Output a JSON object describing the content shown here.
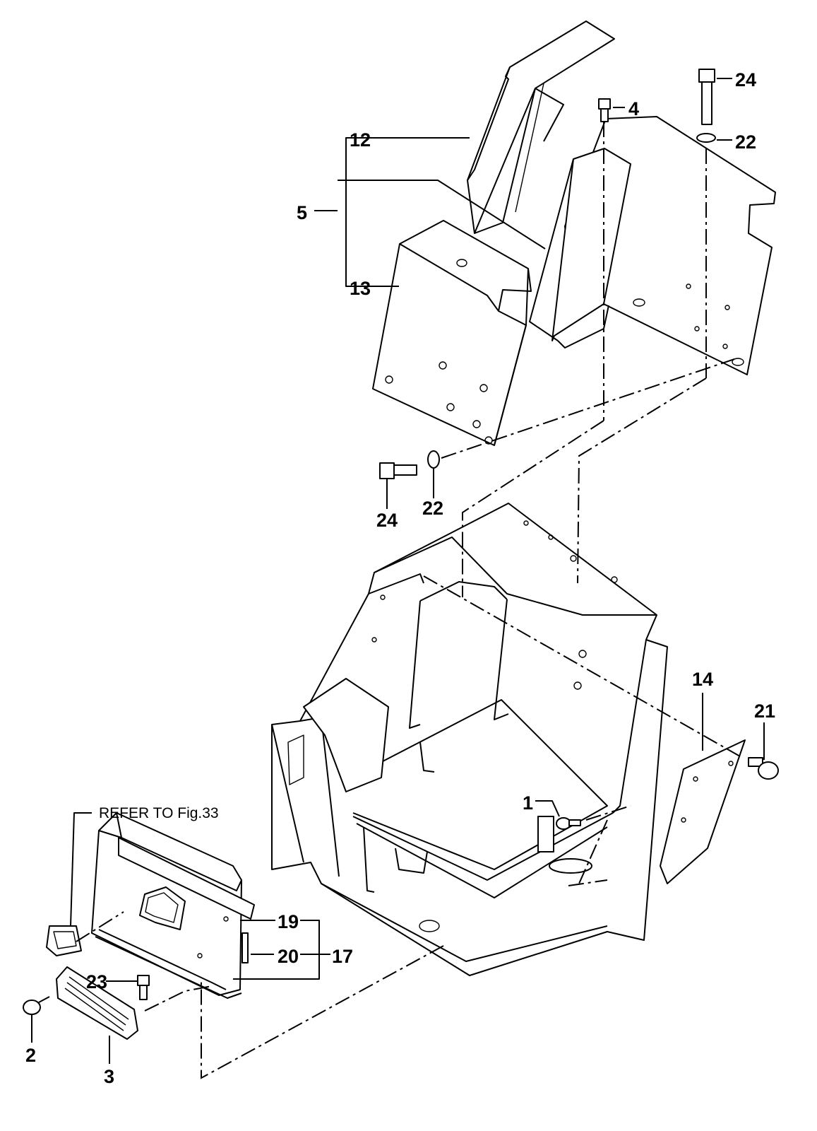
{
  "labels": {
    "p1": "1",
    "p2": "2",
    "p3": "3",
    "p4": "4",
    "p5": "5",
    "p12": "12",
    "p13": "13",
    "p14": "14",
    "p17": "17",
    "p19": "19",
    "p20": "20",
    "p21": "21",
    "p22a": "22",
    "p22b": "22",
    "p23": "23",
    "p24a": "24",
    "p24b": "24"
  },
  "reference_note": "REFER TO Fig.33"
}
